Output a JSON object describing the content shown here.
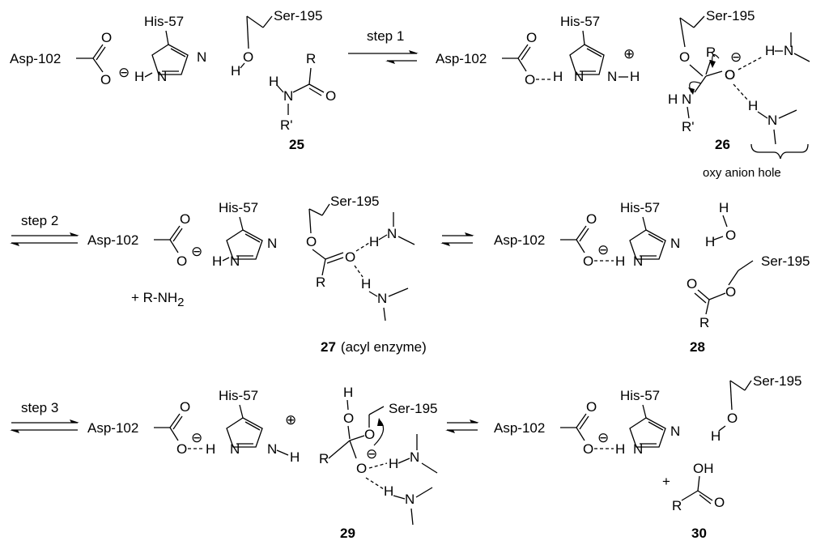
{
  "labels": {
    "asp": "Asp-102",
    "his": "His-57",
    "ser": "Ser-195",
    "oxyanion_hole": "oxy anion hole",
    "step1": "step 1",
    "step2": "step 2",
    "step3": "step 3",
    "amine_product": "+  R-NH",
    "amine_sub": "2",
    "plus": "+",
    "acyl_enzyme_paren": "(acyl enzyme)"
  },
  "compounds": [
    "25",
    "26",
    "27",
    "28",
    "29",
    "30"
  ],
  "atoms": {
    "O": "O",
    "N": "N",
    "H": "H",
    "R": "R",
    "R1": "R'",
    "OH": "OH",
    "minus": "⊖",
    "plus": "⊕"
  }
}
